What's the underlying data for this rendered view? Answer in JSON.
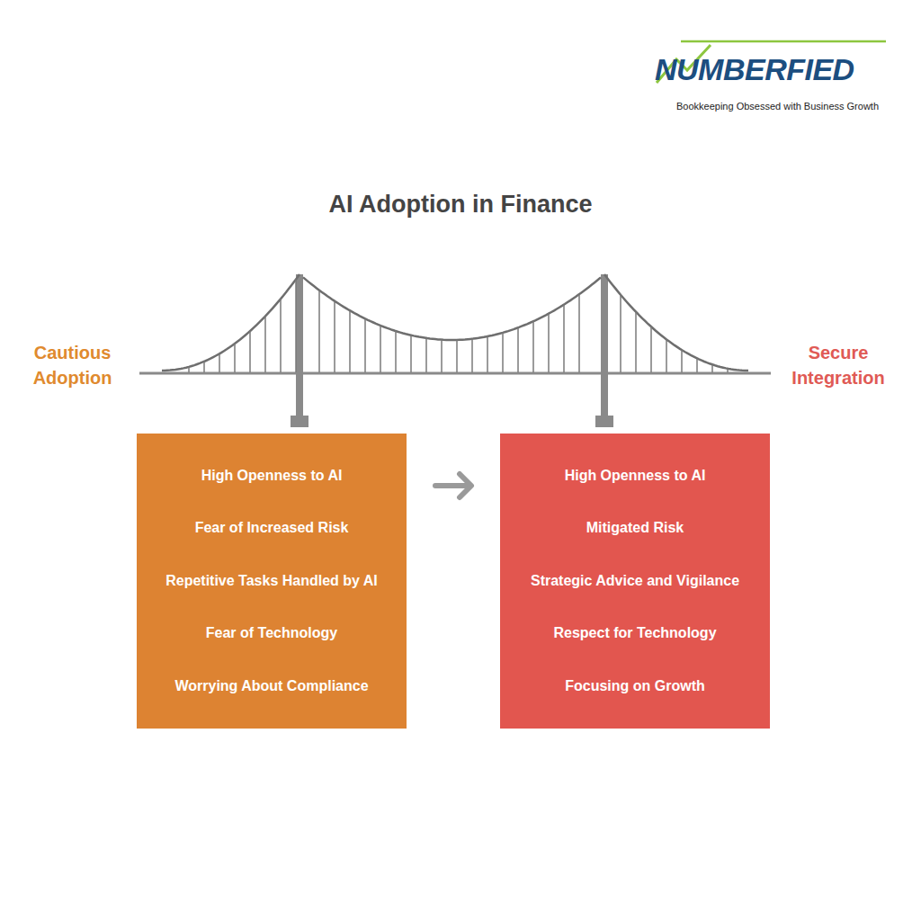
{
  "diagram": {
    "title": "AI Adoption in Finance",
    "nodes": [
      {
        "text": [
          "High Openness to AI",
          "Fear of Increased Risk",
          "Repetitive Tasks Handled by AI",
          "Fear of Technology",
          "Worrying About Compliance"
        ]
      },
      {
        "text": [
          "High Openness to AI",
          "Mitigated Risk",
          "Strategic Advice and Vigilance",
          "Respect for Technology",
          "Focusing on Growth"
        ]
      }
    ],
    "edges": [
      {
        "from": 0,
        "to": 1,
        "arrow": "to"
      }
    ],
    "labels": [
      "NUMBERFIED",
      "Bookkeeping Obsessed with Business Growth",
      "Cautious Adoption",
      "Secure Integration"
    ]
  }
}
